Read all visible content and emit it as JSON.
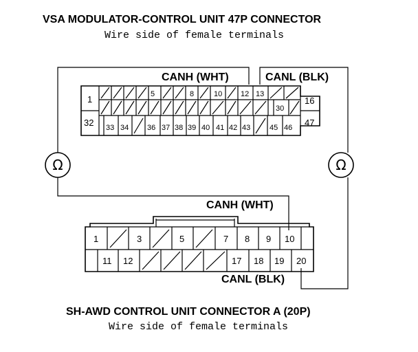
{
  "top_connector": {
    "title": "VSA MODULATOR-CONTROL UNIT 47P CONNECTOR",
    "subtitle": "Wire side of female terminals",
    "canh_label": "CANH (WHT)",
    "canl_label": "CANL (BLK)",
    "row1_pins": [
      "1",
      "",
      "",
      "",
      "5",
      "",
      "",
      "8",
      "",
      "10",
      "",
      "12",
      "13",
      "",
      "",
      "16"
    ],
    "row2_pins": [
      "",
      "",
      "",
      "",
      "",
      "",
      "",
      "",
      "",
      "",
      "",
      "",
      "",
      "",
      "30",
      ""
    ],
    "row3_pins": [
      "32",
      "33",
      "34",
      "",
      "36",
      "37",
      "38",
      "39",
      "40",
      "41",
      "42",
      "43",
      "",
      "45",
      "46",
      "47"
    ]
  },
  "bottom_connector": {
    "title": "SH-AWD CONTROL UNIT CONNECTOR A (20P)",
    "subtitle": "Wire side of female terminals",
    "canh_label": "CANH (WHT)",
    "canl_label": "CANL (BLK)",
    "row1_pins": [
      "1",
      "",
      "3",
      "",
      "5",
      "",
      "7",
      "8",
      "9",
      "10"
    ],
    "row2_pins": [
      "",
      "11",
      "12",
      "",
      "",
      "",
      "",
      "17",
      "18",
      "19",
      "20"
    ]
  },
  "meters": {
    "left_symbol": "Ω",
    "right_symbol": "Ω"
  }
}
